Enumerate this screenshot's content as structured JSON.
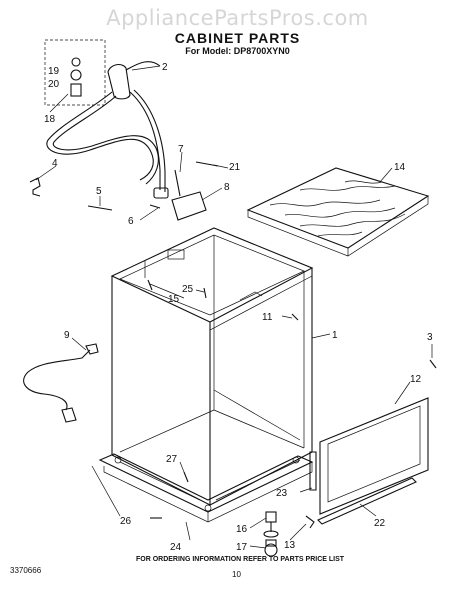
{
  "watermark": "AppliancePartsPros.com",
  "title": "CABINET PARTS",
  "model_line": "For Model: DP8700XYN0",
  "footer_note": "FOR ORDERING INFORMATION REFER TO PARTS PRICE LIST",
  "doc_number": "3370666",
  "page_number": "10",
  "callouts": [
    "1",
    "2",
    "3",
    "4",
    "5",
    "6",
    "7",
    "8",
    "9",
    "11",
    "12",
    "13",
    "14",
    "15",
    "16",
    "17",
    "18",
    "19",
    "20",
    "21",
    "22",
    "23",
    "24",
    "25",
    "26",
    "27"
  ]
}
